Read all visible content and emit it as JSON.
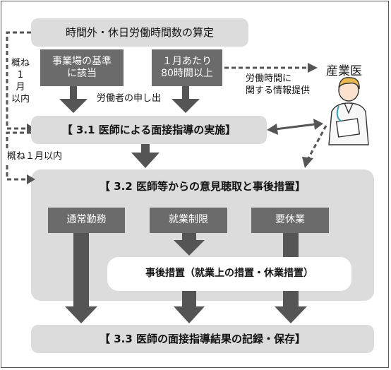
{
  "nodes": {
    "calc": "時間外・休日労働時間数の算定",
    "criteria_line1": "事業場の基準",
    "criteria_line2": "に該当",
    "hours_line1": "１月あたり",
    "hours_line2": "80時間以上",
    "sec31": "【 3.1  医師による面接指導の実施】",
    "sec32": "【 3.2  医師等からの意見聴取と事後措置】",
    "normal": "通常勤務",
    "restrict": "就業制限",
    "leave": "要休業",
    "measures": "事後措置（就業上の措置・休業措置）",
    "sec33": "【 3.3  医師の面接指導結果の記録・保存】"
  },
  "labels": {
    "within1": [
      "概ね",
      "1",
      "月",
      "以内"
    ],
    "within2": "概ね１月以内",
    "worker_request": "労働者の申し出",
    "info_line1": "労働時間に",
    "info_line2": "関する情報提供",
    "occupational_doctor": "産業医"
  },
  "colors": {
    "panel": "#dcdcdc",
    "dark_box": "#6b6b6b",
    "arrow": "#555555"
  }
}
